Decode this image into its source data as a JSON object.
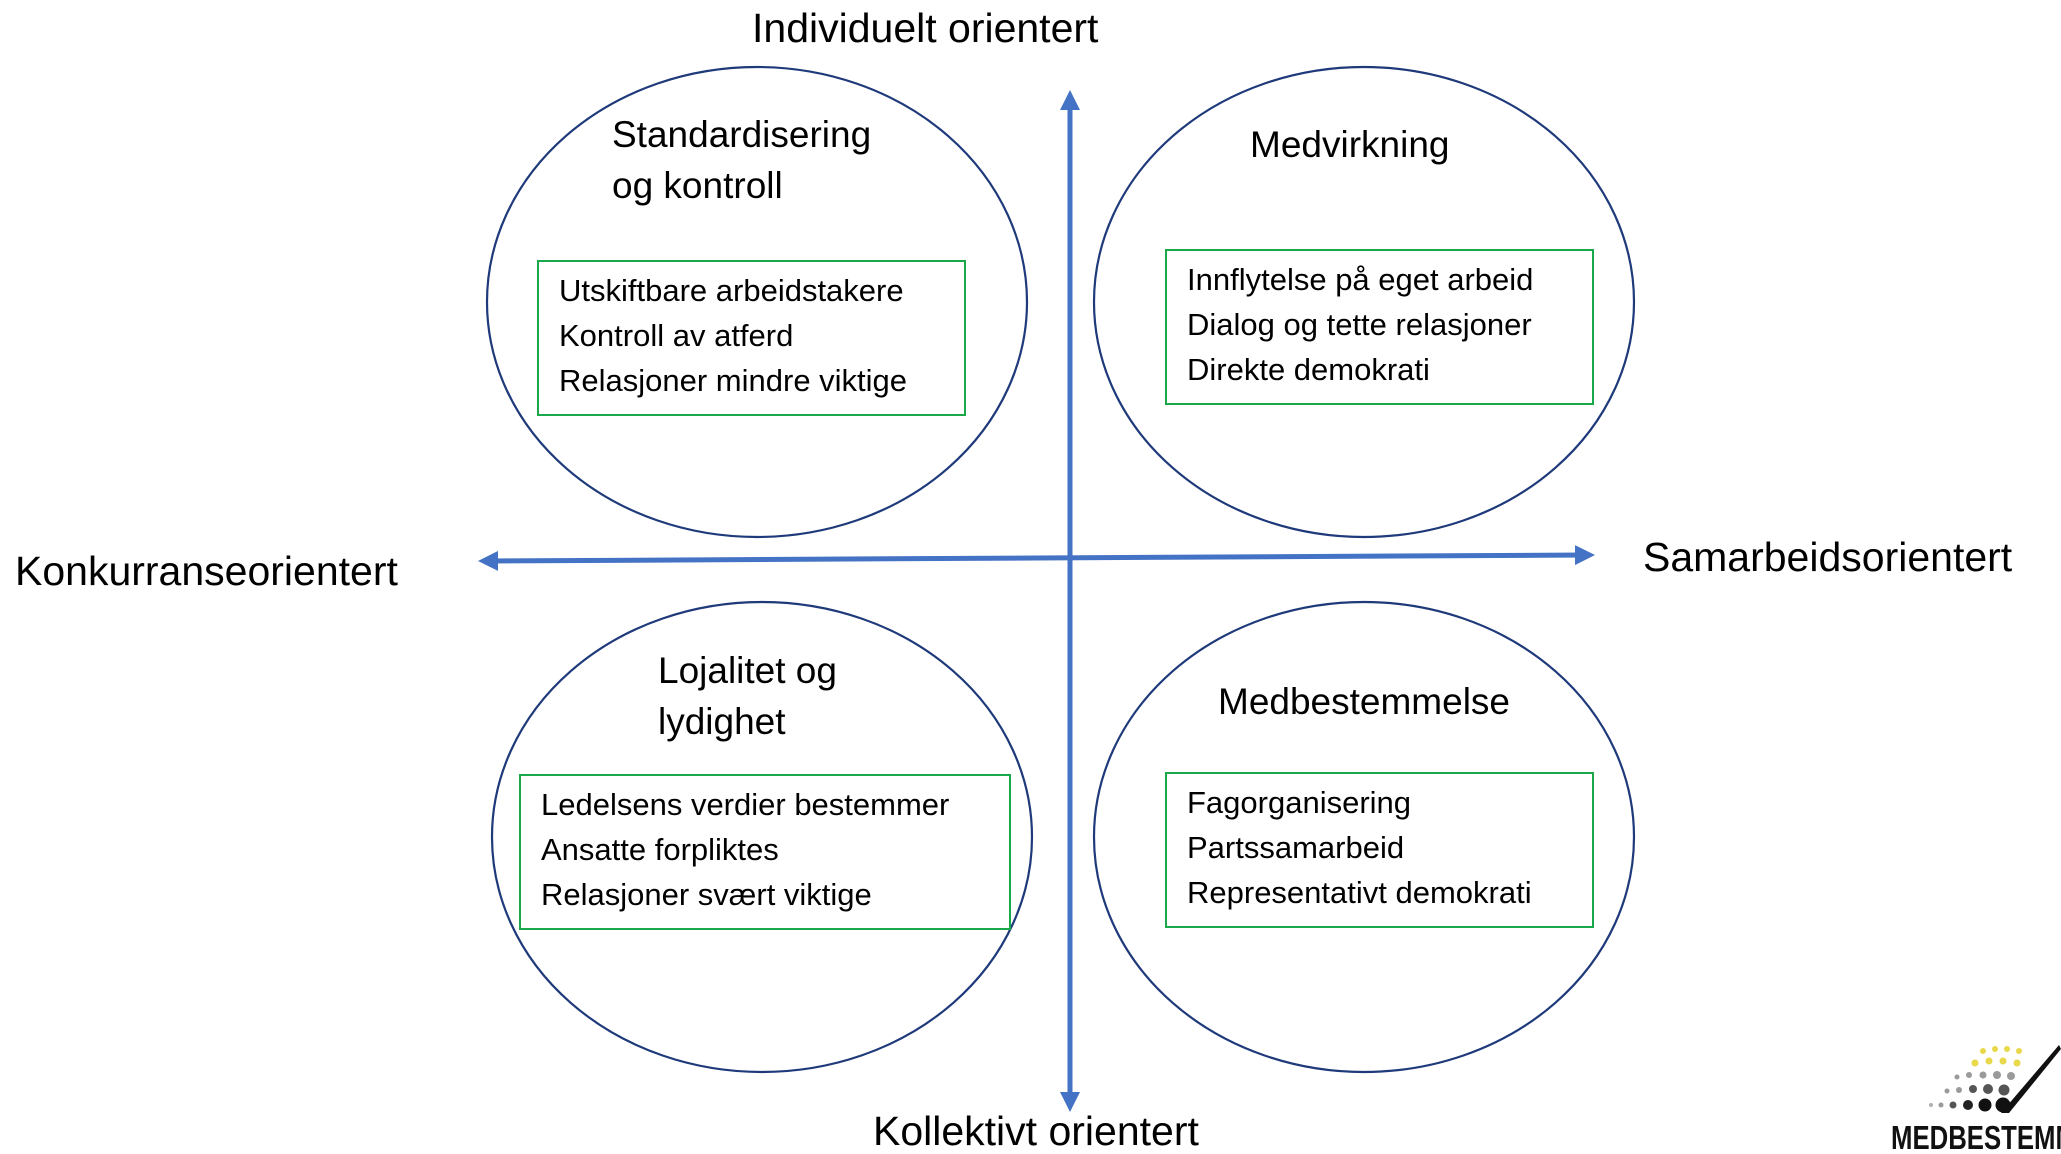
{
  "axes": {
    "top": "Individuelt orientert",
    "bottom": "Kollektivt orientert",
    "left": "Konkurranseorientert",
    "right": "Samarbeidsorientert",
    "color": "#4472c4"
  },
  "quadrants": {
    "top_left": {
      "title": "Standardisering\nog kontroll",
      "lines": [
        "Utskiftbare arbeidstakere",
        "Kontroll av atferd",
        "Relasjoner mindre viktige"
      ]
    },
    "top_right": {
      "title": "Medvirkning",
      "lines": [
        "Innflytelse på eget arbeid",
        "Dialog og tette relasjoner",
        "Direkte demokrati"
      ]
    },
    "bottom_left": {
      "title": "Lojalitet og\nlydighet",
      "lines": [
        "Ledelsens verdier bestemmer",
        "Ansatte forpliktes",
        "Relasjoner svært viktige"
      ]
    },
    "bottom_right": {
      "title": "Medbestemmelse",
      "lines": [
        "Fagorganisering",
        "Partssamarbeid",
        "Representativt demokrati"
      ]
    }
  },
  "colors": {
    "ellipse_stroke": "#1f3a7a",
    "box_border": "#1aa84a",
    "logo_yellow": "#e8d84a"
  },
  "logo": {
    "text": "MEDBESTEMMELSESB",
    "icon": "dot-fan-logo-icon"
  }
}
